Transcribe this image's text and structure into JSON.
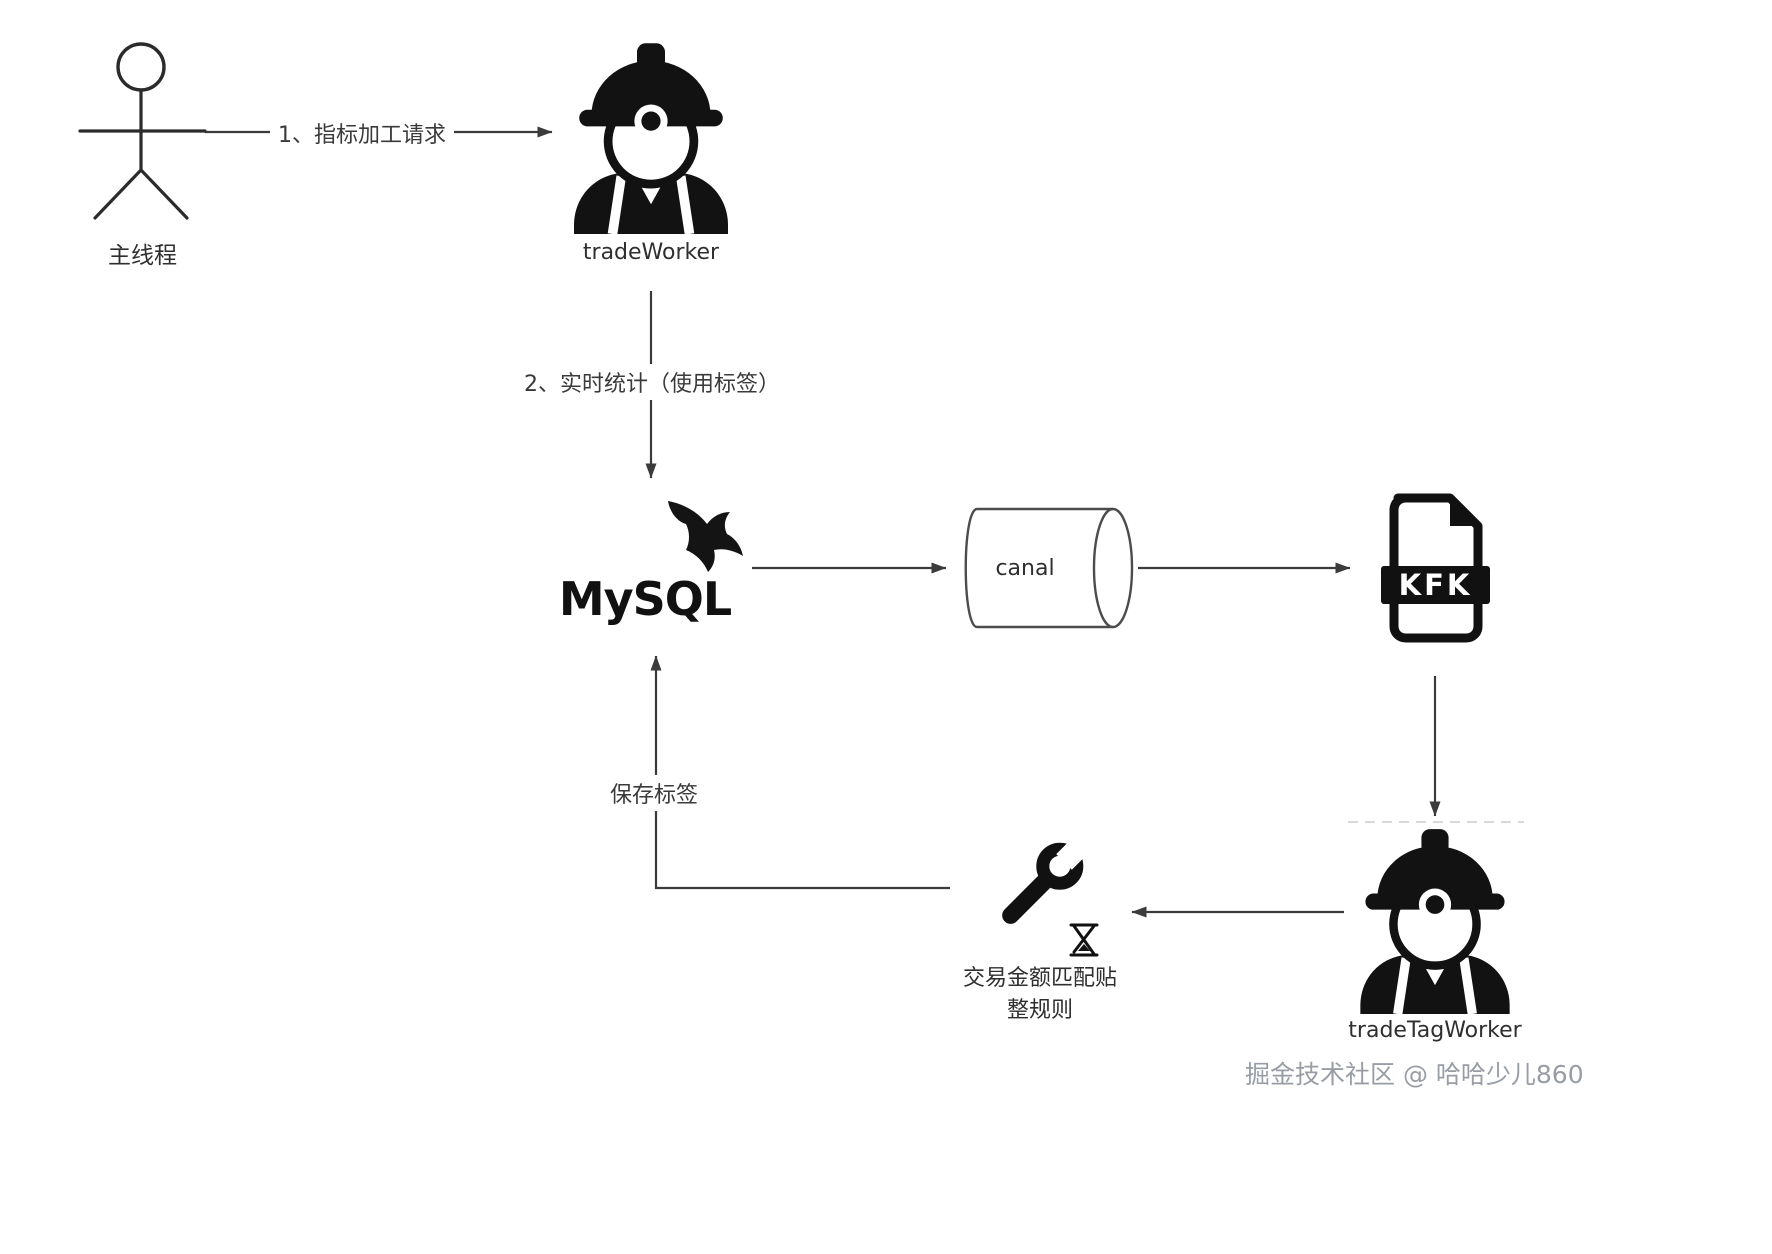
{
  "diagram": {
    "actor_label": "主线程",
    "step1_label": "1、指标加工请求",
    "step2_label": "2、实时统计（使用标签）",
    "save_tag_label": "保存标签",
    "trade_worker_label": "tradeWorker",
    "mysql_label": "MySQL",
    "canal_label": "canal",
    "kfk_label": "KFK",
    "trade_tag_worker_label": "tradeTagWorker",
    "rule_label_line1": "交易金额匹配贴",
    "rule_label_line2": "整规则",
    "watermark": "掘金技术社区 @ 哈哈少儿860",
    "colors": {
      "ink": "#1a1a1a",
      "arrow": "#3b3b3b",
      "watermark": "#878d96"
    }
  }
}
